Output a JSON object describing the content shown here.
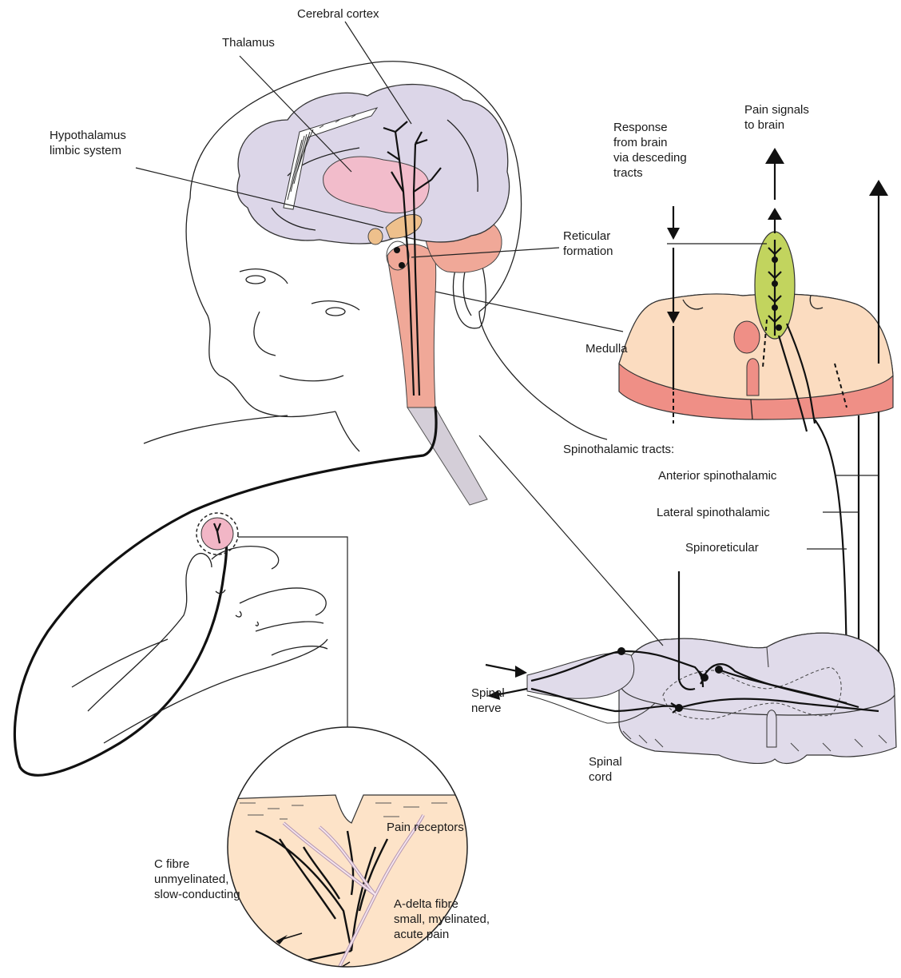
{
  "labels": {
    "cerebral_cortex": "Cerebral cortex",
    "thalamus": "Thalamus",
    "hypothalamus_line1": "Hypothalamus",
    "hypothalamus_line2": "limbic system",
    "response_line1": "Response",
    "response_line2": "from brain",
    "response_line3": "via desceding",
    "response_line4": "tracts",
    "pain_signals_line1": "Pain signals",
    "pain_signals_line2": "to brain",
    "reticular_line1": "Reticular",
    "reticular_line2": "formation",
    "medulla": "Medulla",
    "spinothalamic_tracts": "Spinothalamic tracts:",
    "anterior_spinothalamic": "Anterior spinothalamic",
    "lateral_spinothalamic": "Lateral spinothalamic",
    "spinoreticular": "Spinoreticular",
    "spinal_nerve_line1": "Spinal",
    "spinal_nerve_line2": "nerve",
    "spinal_cord_line1": "Spinal",
    "spinal_cord_line2": "cord",
    "pain_receptors": "Pain receptors",
    "c_fibre_line1": "C fibre",
    "c_fibre_line2": "unmyelinated,",
    "c_fibre_line3": "slow-conducting",
    "adelta_line1": "A-delta fibre",
    "adelta_line2": "small, myelinated,",
    "adelta_line3": "acute pain"
  },
  "colors": {
    "brain": "#dcd6e8",
    "thalamus": "#f2bccb",
    "hypothalamus": "#eec08c",
    "brainstem": "#f0a898",
    "medulla_top": "#fbdcc0",
    "medulla_side": "#ef8f86",
    "tract_green": "#c2d45e",
    "spinal_cord": "#e0dbea",
    "skin": "#fde3c8",
    "fingertip": "#f2b6c6",
    "neck_gray": "#d4ced8"
  }
}
